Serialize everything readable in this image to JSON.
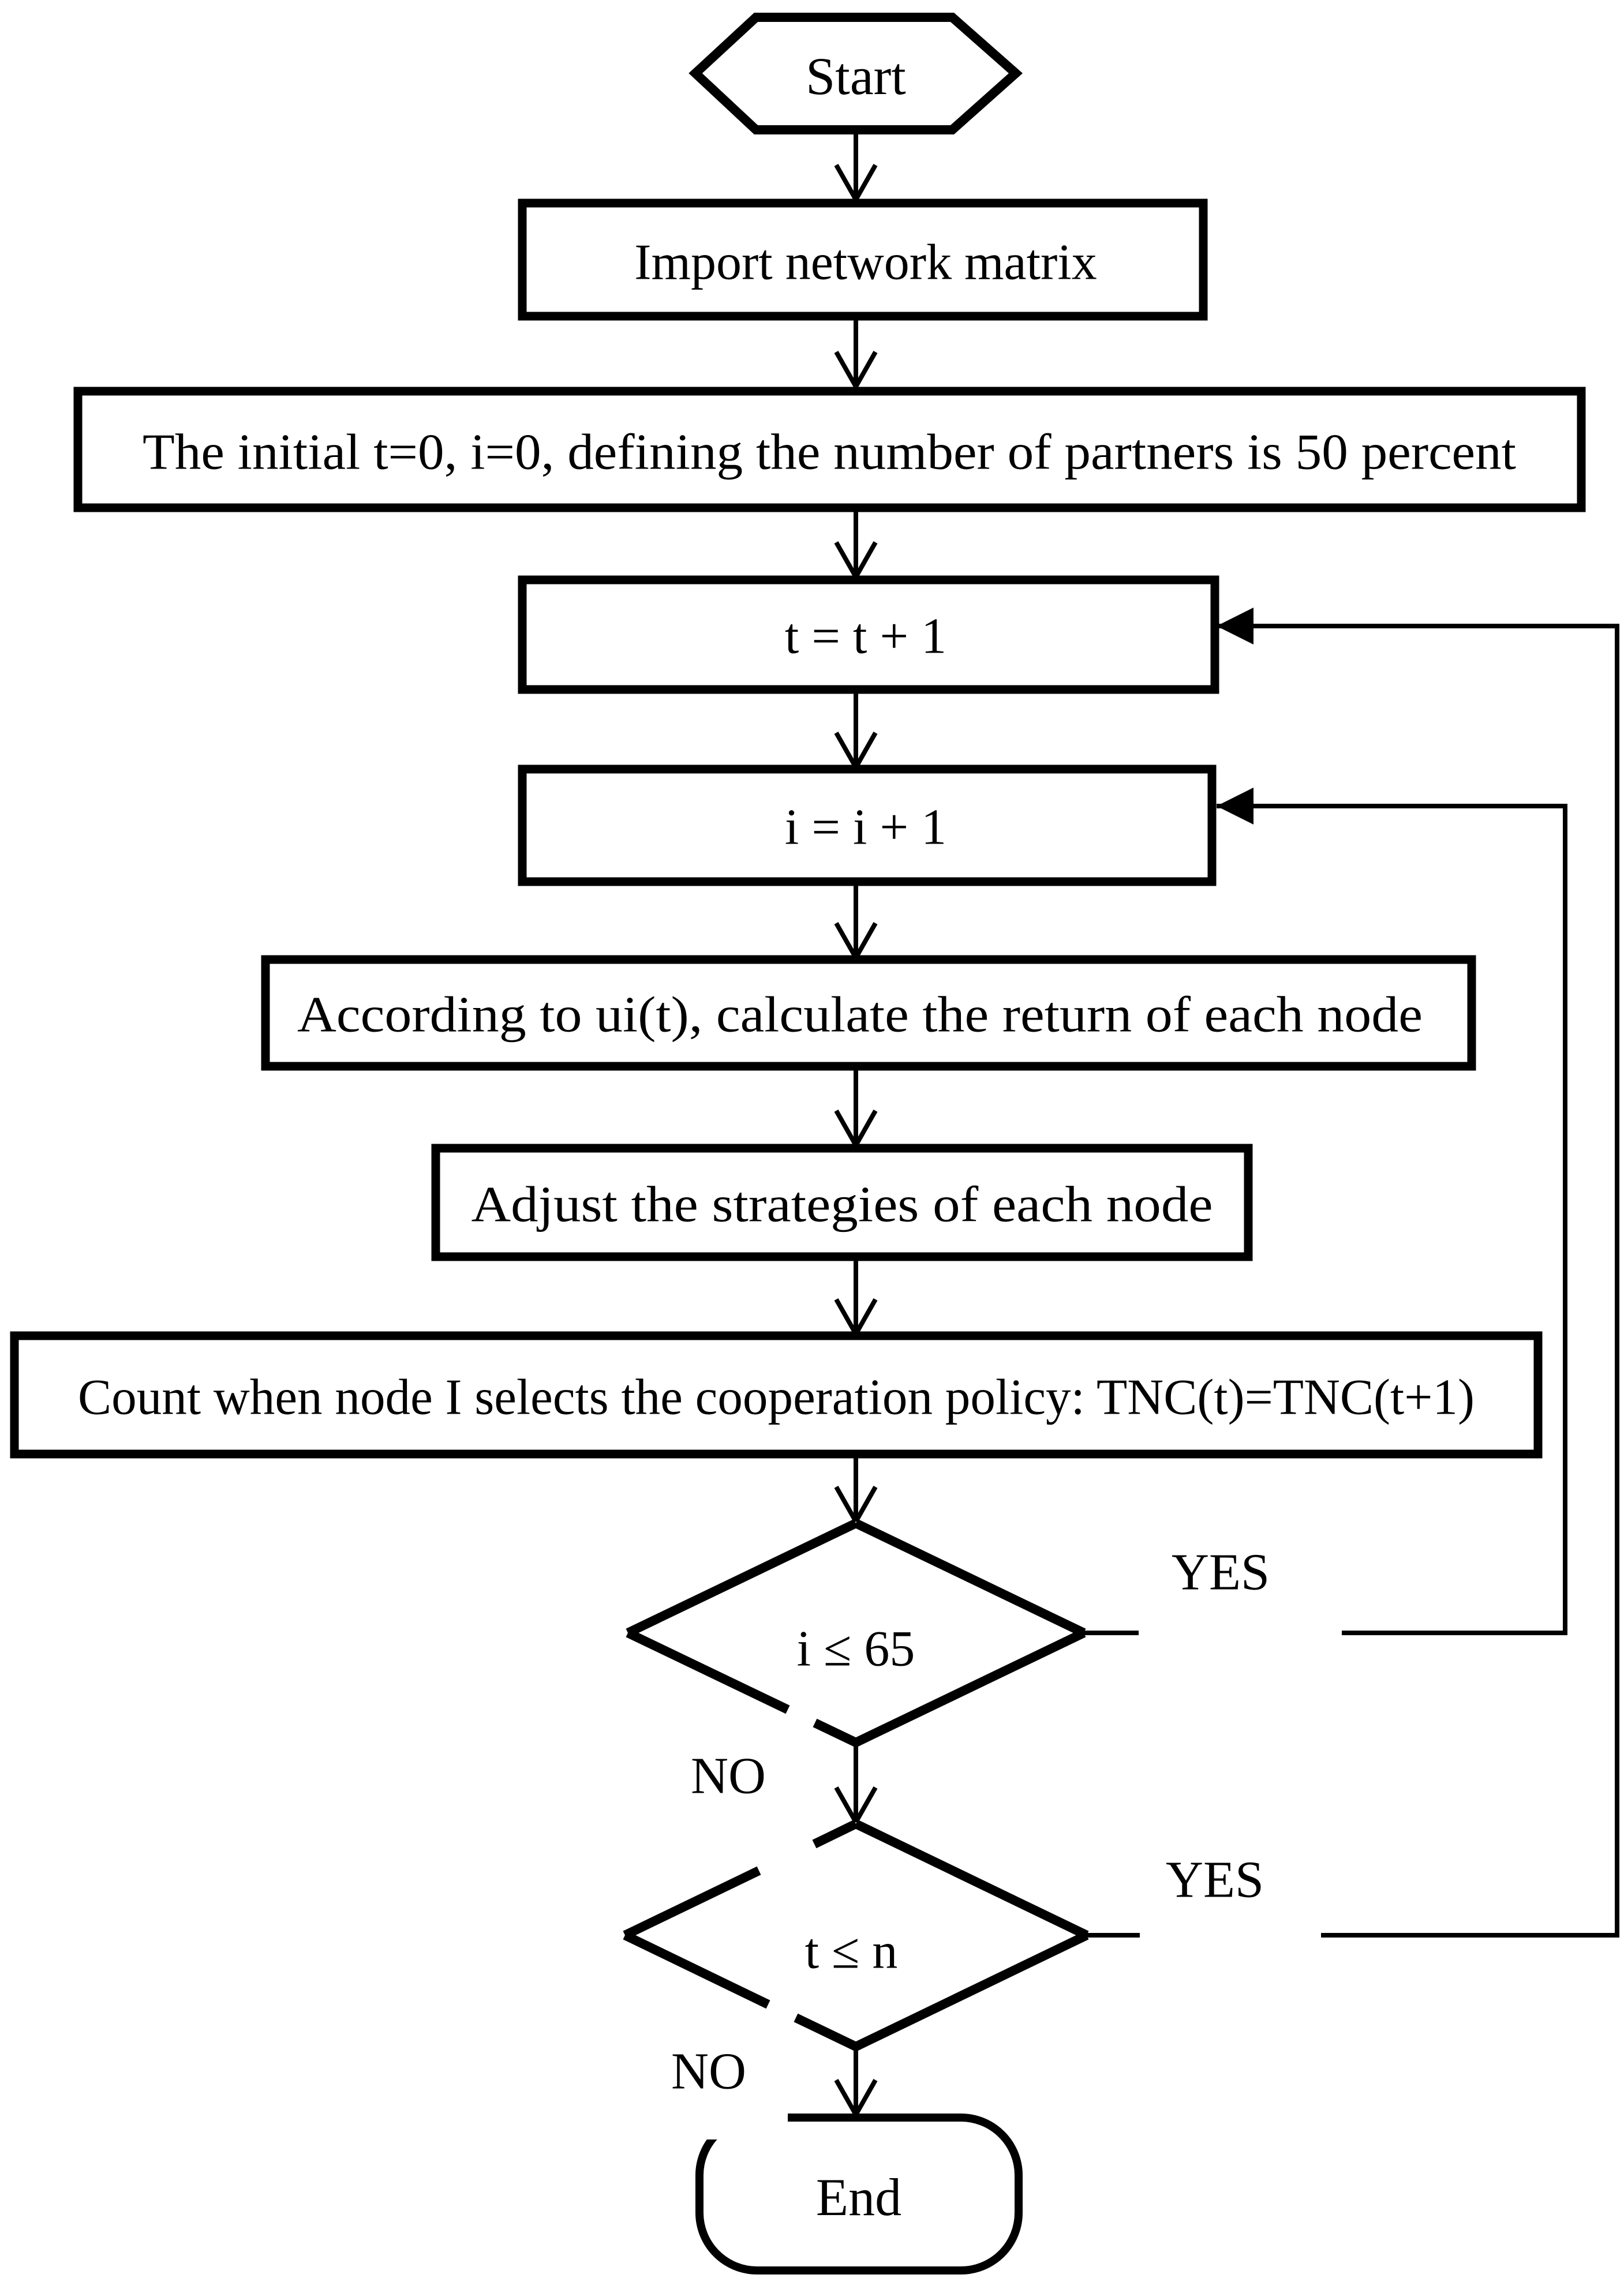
{
  "figure": {
    "type": "flowchart",
    "background_color": "#ffffff",
    "line_color": "#000000"
  },
  "nodes": [
    {
      "id": "start",
      "shape": "hexagon",
      "label": "Start"
    },
    {
      "id": "import",
      "shape": "rectangle",
      "label": "Import network matrix"
    },
    {
      "id": "init",
      "shape": "rectangle",
      "label": "The initial t=0, i=0, defining the number of partners is 50 percent"
    },
    {
      "id": "t_inc",
      "shape": "rectangle",
      "label": "t = t + 1"
    },
    {
      "id": "i_inc",
      "shape": "rectangle",
      "label": "i = i + 1"
    },
    {
      "id": "calc",
      "shape": "rectangle",
      "label": "According to ui(t), calculate the return of each node"
    },
    {
      "id": "adjust",
      "shape": "rectangle",
      "label": "Adjust the strategies of each node"
    },
    {
      "id": "count",
      "shape": "rectangle",
      "label": "Count when node I selects the cooperation policy: TNC(t)=TNC(t+1)"
    },
    {
      "id": "check_i",
      "shape": "diamond",
      "label": "i ≤ 65"
    },
    {
      "id": "check_t",
      "shape": "diamond",
      "label": "t ≤ n"
    },
    {
      "id": "end",
      "shape": "rounded-rect",
      "label": "End"
    }
  ],
  "branch_labels": {
    "check_i_yes": "YES",
    "check_i_no": "NO",
    "check_t_yes": "YES",
    "check_t_no": "NO"
  },
  "edges": [
    {
      "from": "start",
      "to": "import"
    },
    {
      "from": "import",
      "to": "init"
    },
    {
      "from": "init",
      "to": "t_inc"
    },
    {
      "from": "t_inc",
      "to": "i_inc"
    },
    {
      "from": "i_inc",
      "to": "calc"
    },
    {
      "from": "calc",
      "to": "adjust"
    },
    {
      "from": "adjust",
      "to": "count"
    },
    {
      "from": "count",
      "to": "check_i"
    },
    {
      "from": "check_i",
      "to": "check_t",
      "label": "NO"
    },
    {
      "from": "check_i",
      "to": "i_inc",
      "label": "YES"
    },
    {
      "from": "check_t",
      "to": "end",
      "label": "NO"
    },
    {
      "from": "check_t",
      "to": "t_inc",
      "label": "YES"
    }
  ]
}
